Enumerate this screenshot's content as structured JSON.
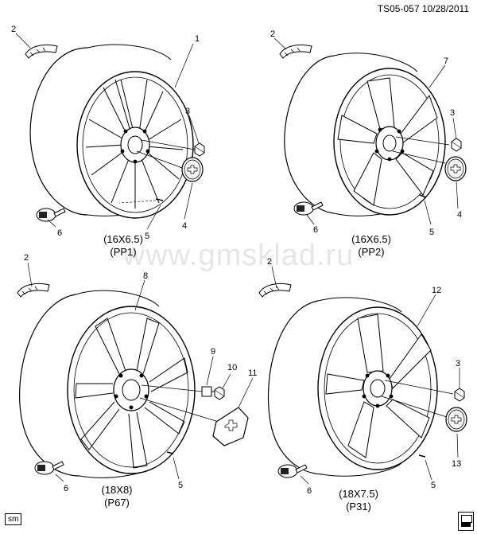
{
  "header": {
    "doc_id": "TS05-057  10/28/2011"
  },
  "watermark": "www.gmsklad.ru",
  "footer": {
    "tag": "sm"
  },
  "wheels": [
    {
      "caption_size": "(16X6.5)",
      "caption_code": "(PP1)",
      "callouts": {
        "wheel": "1",
        "sensor": "2",
        "nut": "3",
        "cap": "4",
        "valve": "5",
        "tpms": "6"
      }
    },
    {
      "caption_size": "(16X6.5)",
      "caption_code": "(PP2)",
      "callouts": {
        "wheel": "7",
        "sensor": "2",
        "nut": "3",
        "cap": "4",
        "valve": "5",
        "tpms": "6"
      }
    },
    {
      "caption_size": "(18X8)",
      "caption_code": "(P67)",
      "callouts": {
        "wheel": "8",
        "sensor": "2",
        "nut": "9",
        "nut2": "10",
        "cap": "11",
        "valve": "5",
        "tpms": "6"
      }
    },
    {
      "caption_size": "(18X7.5)",
      "caption_code": "(P31)",
      "callouts": {
        "wheel": "12",
        "sensor": "2",
        "nut": "3",
        "cap": "13",
        "valve": "5",
        "tpms": "6"
      }
    }
  ]
}
